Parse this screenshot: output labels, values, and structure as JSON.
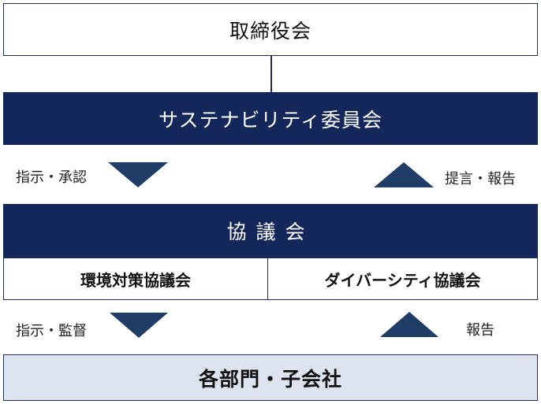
{
  "board": {
    "label": "取締役会"
  },
  "committee": {
    "label": "サステナビリティ委員会"
  },
  "flow1": {
    "down_label": "指示・承認",
    "up_label": "提言・報告"
  },
  "council": {
    "label": "協議会",
    "sub": [
      "環境対策協議会",
      "ダイバーシティ協議会"
    ]
  },
  "flow2": {
    "down_label": "指示・監督",
    "up_label": "報告"
  },
  "departments": {
    "label": "各部門・子会社"
  },
  "colors": {
    "navy": "#14275a",
    "arrow": "#1f3d66",
    "light": "#dde3ef"
  }
}
